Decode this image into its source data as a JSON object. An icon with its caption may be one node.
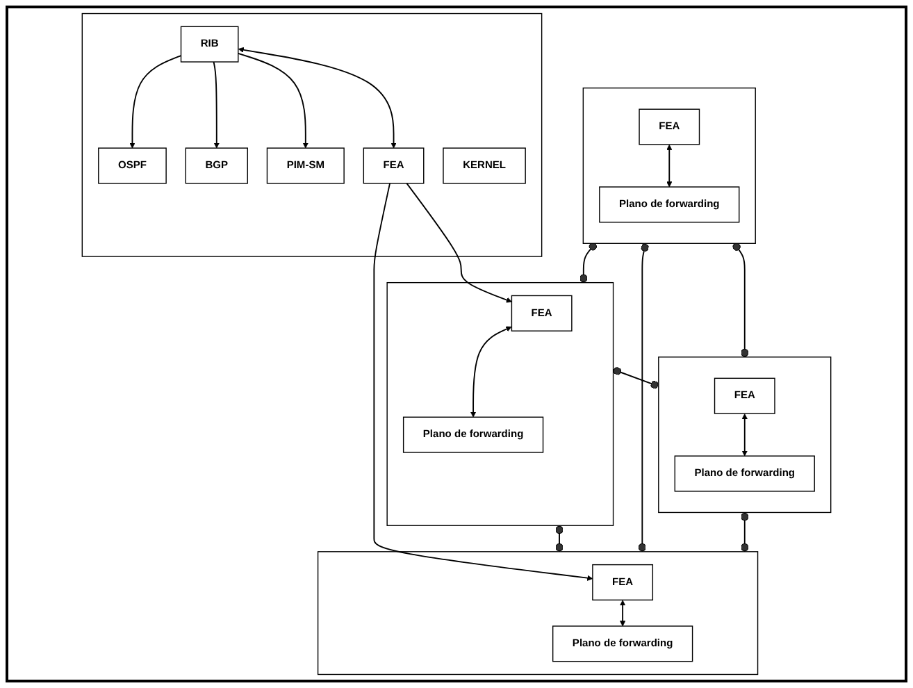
{
  "diagram": {
    "nodes": [
      {
        "text": [],
        "shape": "box"
      },
      {
        "text": [
          "FEA"
        ],
        "in": 0
      },
      {
        "text": [
          "Plano de forwarding"
        ],
        "in": 0
      },
      {
        "text": [],
        "shape": "box"
      },
      {
        "text": [
          "FEA"
        ],
        "in": 3
      },
      {
        "text": [
          "Plano de forwarding"
        ],
        "in": 3
      },
      {
        "text": [],
        "shape": "box"
      },
      {
        "text": [
          "OSPF"
        ],
        "in": 6
      },
      {
        "text": [
          "BGP"
        ],
        "in": 6
      },
      {
        "text": [
          "PIM-SM"
        ],
        "in": 6
      },
      {
        "text": [
          "RIB"
        ],
        "in": 6
      },
      {
        "text": [
          "FEA"
        ],
        "in": 6
      },
      {
        "text": [
          "KERNEL"
        ],
        "in": 6
      },
      {
        "text": [],
        "shape": "box"
      },
      {
        "text": [
          "FEA"
        ],
        "in": 13
      },
      {
        "text": [
          "Plano de forwarding"
        ],
        "in": 13
      },
      {
        "text": [],
        "shape": "box"
      },
      {
        "text": [
          "FEA"
        ],
        "in": 16
      },
      {
        "text": [
          "Plano de forwarding"
        ],
        "in": 16
      }
    ],
    "edges": [
      {
        "from": 1,
        "to": 2,
        "arrow": "both"
      },
      {
        "from": 4,
        "to": 5,
        "arrow": "both"
      },
      {
        "from": 0,
        "to": 3,
        "arrow": "other"
      },
      {
        "from": 10,
        "to": 7,
        "arrow": "to"
      },
      {
        "from": 10,
        "to": 8,
        "arrow": "to"
      },
      {
        "from": 10,
        "to": 9,
        "arrow": "to"
      },
      {
        "from": 10,
        "to": 11,
        "arrow": "both"
      },
      {
        "from": 11,
        "to": 4,
        "arrow": "to"
      },
      {
        "from": 11,
        "to": 17,
        "arrow": "to"
      },
      {
        "from": 0,
        "to": 13,
        "arrow": "other"
      },
      {
        "from": 3,
        "to": 16,
        "arrow": "other"
      },
      {
        "from": 0,
        "to": 16,
        "arrow": "other"
      },
      {
        "from": 3,
        "to": 13,
        "arrow": "other"
      },
      {
        "from": 14,
        "to": 15,
        "arrow": "both"
      },
      {
        "from": 17,
        "to": 18,
        "arrow": "both"
      },
      {
        "from": 13,
        "to": 16,
        "arrow": "other"
      }
    ]
  }
}
